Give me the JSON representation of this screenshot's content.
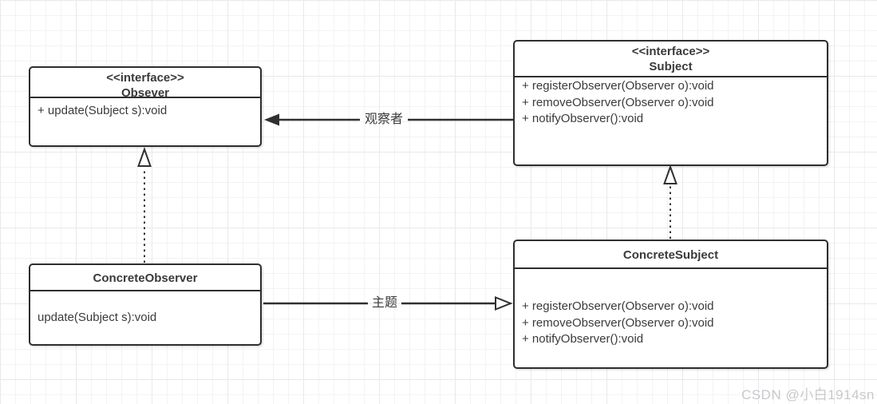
{
  "diagram_title": "Observer pattern UML class diagram",
  "watermark": "CSDN @小白1914sn",
  "colors": {
    "background": "#ffffff",
    "grid_line_minor": "#f3f3f6",
    "grid_line_major": "#e9e9ee",
    "box_border": "#2e2e2e",
    "text": "#3a3a3a",
    "edge_stroke": "#303030",
    "watermark": "#c9c9cd"
  },
  "classes": {
    "observer_interface": {
      "stereotype": "<<interface>>",
      "name": "Obsever",
      "methods": [
        "+ update(Subject s):void"
      ]
    },
    "subject_interface": {
      "stereotype": "<<interface>>",
      "name": "Subject",
      "methods": [
        "+ registerObserver(Observer o):void",
        "+ removeObserver(Observer o):void",
        "+ notifyObserver():void"
      ]
    },
    "concrete_observer": {
      "name": "ConcreteObserver",
      "methods": [
        "update(Subject s):void"
      ]
    },
    "concrete_subject": {
      "name": "ConcreteSubject",
      "methods": [
        "+ registerObserver(Observer o):void",
        "+ removeObserver(Observer o):void",
        "+ notifyObserver():void"
      ]
    }
  },
  "edges": {
    "observer_association": {
      "label": "观察者",
      "type": "directed association, solid arrowhead, Subject to Obsever"
    },
    "subject_association": {
      "label": "主题",
      "type": "directed association, open arrowhead, ConcreteObserver to ConcreteSubject"
    },
    "observer_realization": {
      "label": "",
      "type": "dotted realization, ConcreteObserver to Obsever"
    },
    "subject_realization": {
      "label": "",
      "type": "dotted realization, ConcreteSubject to Subject"
    }
  }
}
